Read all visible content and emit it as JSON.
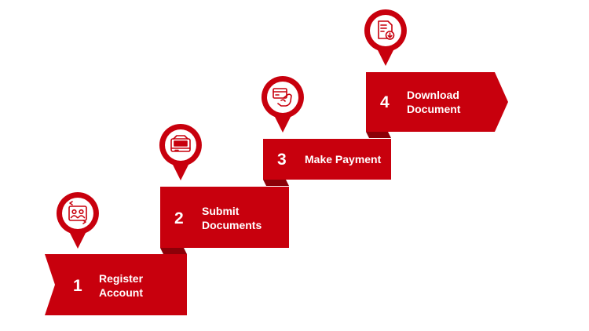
{
  "colors": {
    "primary": "#c8000d",
    "dark": "#8c0008",
    "white": "#ffffff"
  },
  "steps": [
    {
      "number": "1",
      "label": "Register\nAccount",
      "icon": "users-swap-icon"
    },
    {
      "number": "2",
      "label": "Submit\nDocuments",
      "icon": "scanner-icon"
    },
    {
      "number": "3",
      "label": "Make Payment",
      "icon": "card-hand-icon"
    },
    {
      "number": "4",
      "label": "Download\nDocument",
      "icon": "document-download-icon"
    }
  ]
}
